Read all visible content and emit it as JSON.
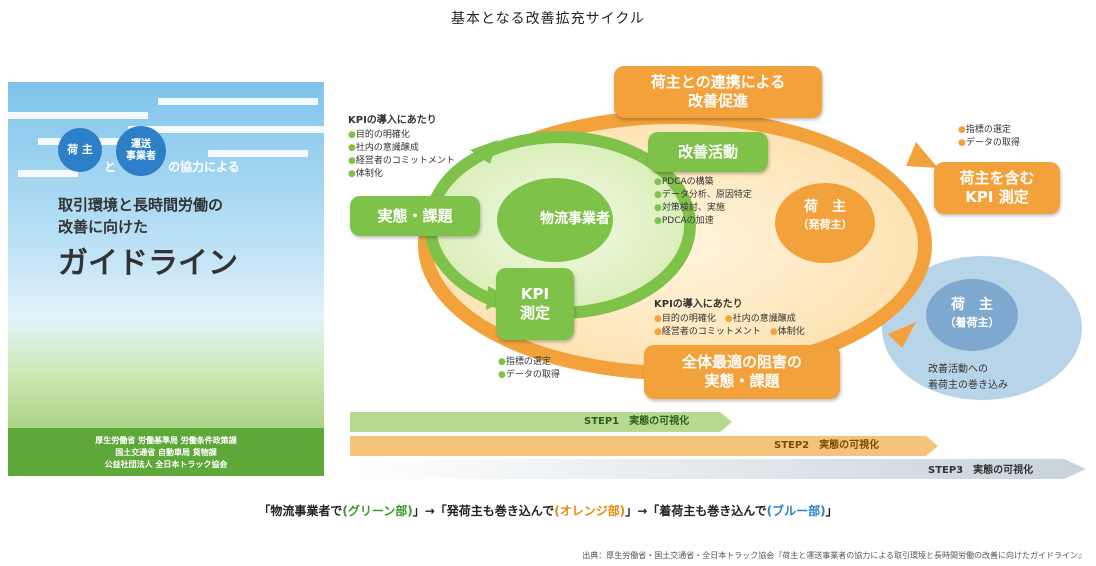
{
  "title": "基本となる改善拡充サイクル",
  "cover": {
    "circle1": "荷 主",
    "to": "と",
    "circle2": "運送\n事業者",
    "coop": "の協力による",
    "line1": "取引環境と長時間労働の",
    "line2": "改善に向けた",
    "line3": "ガイドライン",
    "pub1": "厚生労働省 労働基準局 労働条件政策課",
    "pub2": "国土交通省 自動車局 貨物課",
    "pub3": "公益社団法人 全日本トラック協会"
  },
  "diagram": {
    "top_box": "荷主との連携による\n改善促進",
    "activity": "改善活動",
    "jitai": "実態・課題",
    "center": "物流事業者",
    "kpi": "KPI\n測定",
    "shipper": "荷　主",
    "shipper_sub": "（発荷主）",
    "consignee": "荷　主",
    "consignee_sub": "（着荷主）",
    "consignee_note1": "改善活動への",
    "consignee_note2": "着荷主の巻き込み",
    "shipper_kpi": "荷主を含む\nKPI 測定",
    "bottom_box": "全体最適の阻害の\n実態・課題",
    "kpi_left_title": "KPIの導入にあたり",
    "kpi_left_items": [
      "目的の明確化",
      "社内の意識醸成",
      "経営者のコミットメント",
      "体制化"
    ],
    "activity_items": [
      "PDCAの構築",
      "データ分析、原因特定",
      "対策検討、実施",
      "PDCAの加速"
    ],
    "kpi_below_items": [
      "指標の選定",
      "データの取得"
    ],
    "right_top_items": [
      "指標の選定",
      "データの取得"
    ],
    "kpi_mid_title": "KPIの導入にあたり",
    "kpi_mid_row1": [
      "目的の明確化",
      "社内の意識醸成"
    ],
    "kpi_mid_row2": [
      "経営者のコミットメント",
      "体制化"
    ]
  },
  "steps": [
    {
      "label": "STEP1　実態の可視化"
    },
    {
      "label": "STEP2　実態の可視化"
    },
    {
      "label": "STEP3　実態の可視化"
    }
  ],
  "caption": {
    "p1": "「物流事業者で",
    "g": "(グリーン部)",
    "p2": "」→「発荷主も巻き込んで",
    "o": "(オレンジ部)",
    "p3": "」→「着荷主も巻き込んで",
    "b": "(ブルー部)",
    "p4": "」"
  },
  "source": "出典：厚生労働省・国土交通省・全日本トラック協会『荷主と運送事業者の協力による取引環境と長時間労働の改善に向けたガイドライン』",
  "colors": {
    "orange": "#f3a13a",
    "green": "#7ec24a",
    "blue": "#2d7fc8",
    "lightblue": "#b8d4e8"
  }
}
